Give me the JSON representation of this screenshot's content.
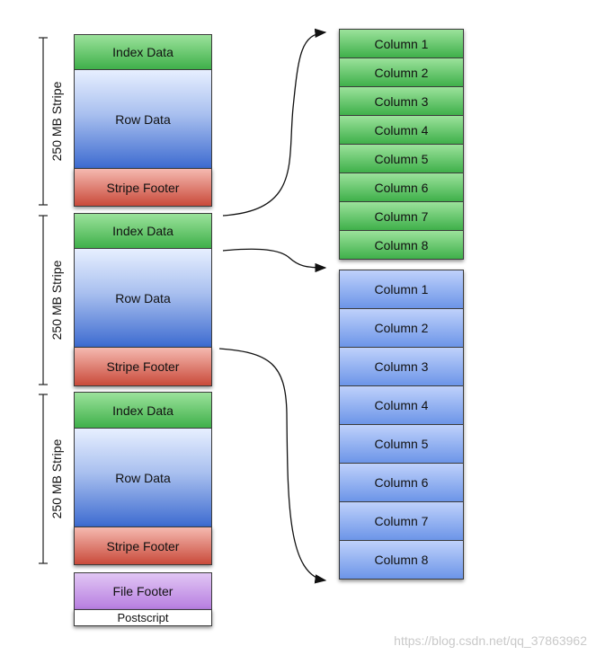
{
  "stripes": [
    {
      "label": "250 MB Stripe",
      "index": "Index Data",
      "row": "Row Data",
      "footer": "Stripe Footer"
    },
    {
      "label": "250 MB Stripe",
      "index": "Index Data",
      "row": "Row Data",
      "footer": "Stripe Footer"
    },
    {
      "label": "250 MB Stripe",
      "index": "Index Data",
      "row": "Row Data",
      "footer": "Stripe Footer"
    }
  ],
  "file_footer": "File Footer",
  "postscript": "Postscript",
  "index_columns": [
    "Column 1",
    "Column 2",
    "Column 3",
    "Column 4",
    "Column 5",
    "Column 6",
    "Column 7",
    "Column 8"
  ],
  "row_columns": [
    "Column 1",
    "Column 2",
    "Column 3",
    "Column 4",
    "Column 5",
    "Column 6",
    "Column 7",
    "Column 8"
  ],
  "watermark": "https://blog.csdn.net/qq_37863962",
  "colors": {
    "green": "#3fb04a",
    "blue": "#3d6bd0",
    "red": "#c94a3a",
    "purple": "#b77ee0"
  }
}
